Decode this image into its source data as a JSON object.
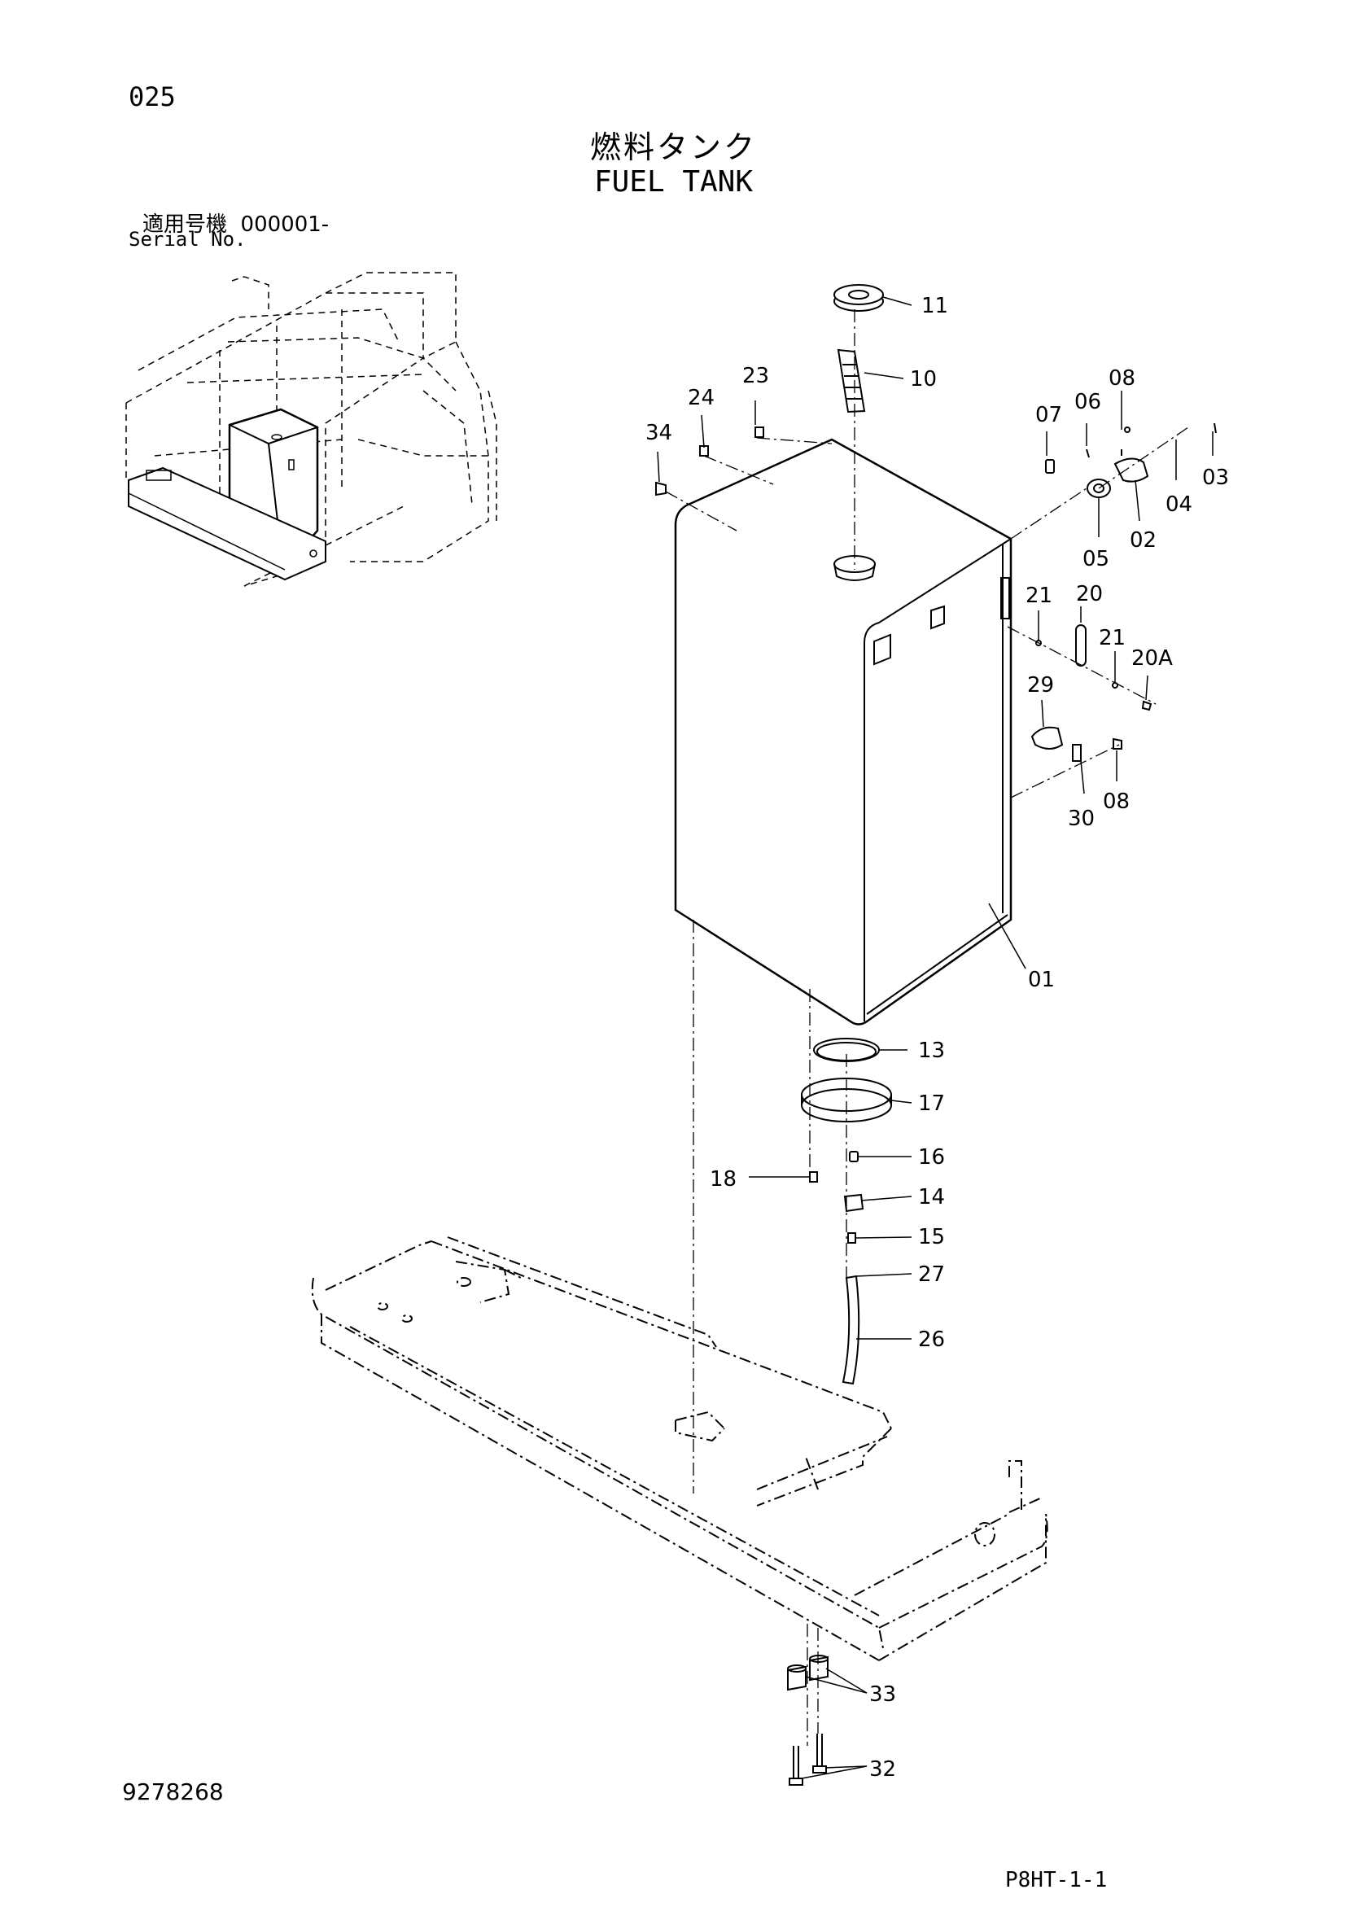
{
  "header": {
    "page_number": "025",
    "title_jp": "燃料タンク",
    "title_en": "FUEL TANK",
    "serial_label_jp": "適用号機",
    "serial_range": "000001-",
    "serial_label_en": "Serial No."
  },
  "callouts": [
    "11",
    "10",
    "23",
    "24",
    "34",
    "08",
    "07",
    "06",
    "03",
    "04",
    "02",
    "05",
    "21",
    "20",
    "21",
    "20A",
    "29",
    "08",
    "30",
    "01",
    "13",
    "17",
    "16",
    "18",
    "14",
    "15",
    "27",
    "26",
    "33",
    "32"
  ],
  "footer": {
    "document_number": "9278268",
    "page_code": "P8HT-1-1"
  }
}
